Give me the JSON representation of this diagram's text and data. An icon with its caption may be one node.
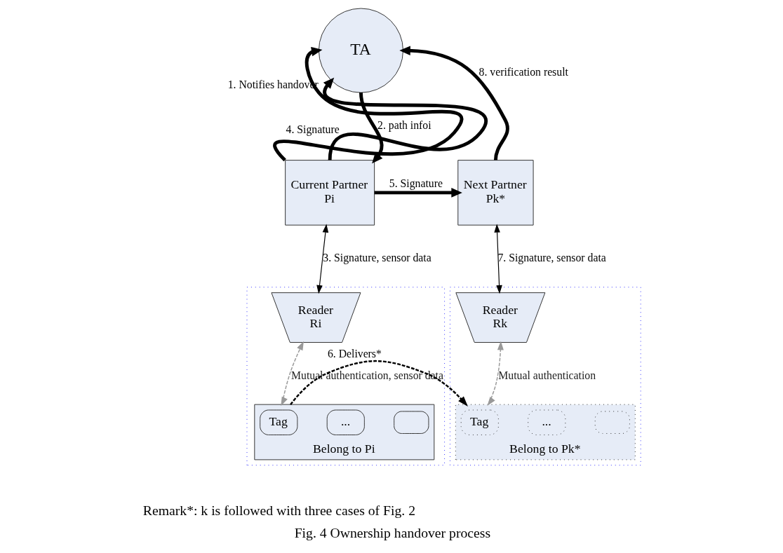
{
  "diagram": {
    "caption": "Fig. 4 Ownership handover process",
    "nodes": [
      {
        "text": [
          "TA"
        ]
      },
      {
        "text": [
          "Current Partner",
          "Pi"
        ]
      },
      {
        "text": [
          "Next Partner",
          "Pk*"
        ]
      },
      {
        "text": [],
        "shape": "box"
      },
      {
        "text": [
          "Reader",
          "Ri"
        ],
        "in": 3
      },
      {
        "text": [],
        "shape": "box"
      },
      {
        "text": [
          "Reader",
          "Rk"
        ],
        "in": 5
      },
      {
        "text": [
          "Belong to Pi"
        ],
        "in": 3
      },
      {
        "text": [],
        "shape": "box",
        "in": 7
      },
      {
        "text": [
          "..."
        ],
        "in": 7
      },
      {
        "text": [
          "Tag"
        ],
        "in": 7
      },
      {
        "text": [
          "Belong to Pk*"
        ],
        "in": 5
      },
      {
        "text": [],
        "shape": "box",
        "in": 11
      },
      {
        "text": [
          "..."
        ],
        "in": 11
      },
      {
        "text": [
          "Tag"
        ],
        "in": 11
      }
    ],
    "edges": [
      {
        "from": 1,
        "to": 0,
        "arrow": "to",
        "label": "1. Notifies handover",
        "style": "thick"
      },
      {
        "from": 1,
        "to": 0,
        "arrow": "to",
        "label": "4. Signature",
        "style": "thick"
      },
      {
        "from": 0,
        "to": 1,
        "arrow": "to",
        "label": "2. path infoi",
        "style": "thick"
      },
      {
        "from": 1,
        "to": 4,
        "arrow": "both",
        "label": "3. Signature, sensor data"
      },
      {
        "from": 1,
        "to": 2,
        "arrow": "to",
        "label": "5. Signature",
        "style": "thick"
      },
      {
        "from": 7,
        "to": 11,
        "arrow": "to",
        "label": "6. Delivers*",
        "style": "dashed"
      },
      {
        "from": 2,
        "to": 6,
        "arrow": "both",
        "label": "7. Signature, sensor data"
      },
      {
        "from": 2,
        "to": 0,
        "arrow": "to",
        "label": "8. verification result",
        "style": "thick"
      },
      {
        "from": 7,
        "to": 4,
        "arrow": "both",
        "label": "Mutual authentication, sensor data",
        "style": "dashed",
        "color": "#999999"
      },
      {
        "from": 11,
        "to": 6,
        "arrow": "both",
        "label": "Mutual authentication",
        "style": "dashed",
        "color": "#999999"
      }
    ],
    "labels": [
      "Remark*: k is followed with three cases of Fig. 2"
    ]
  }
}
